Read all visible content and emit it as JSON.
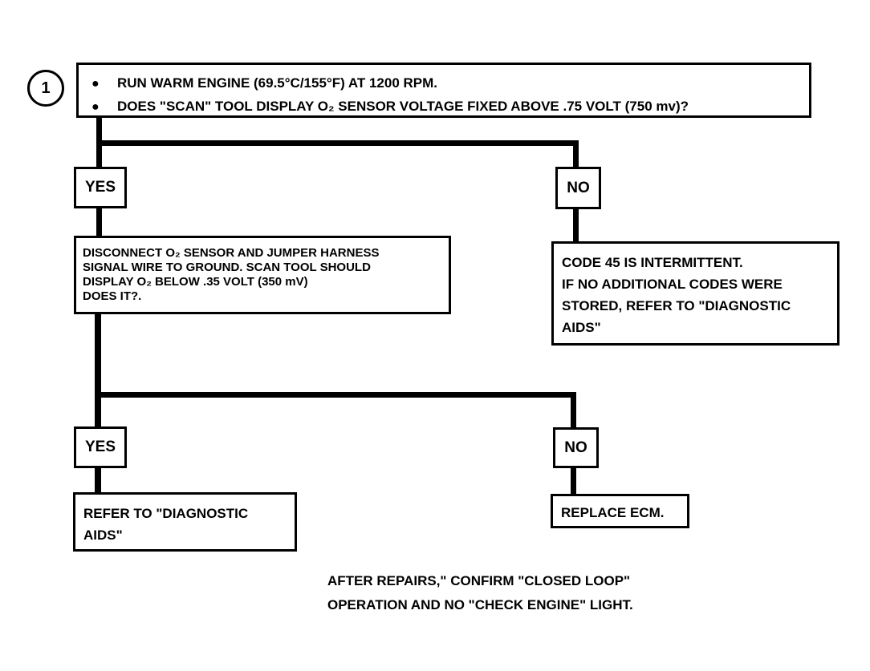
{
  "step": {
    "number": "1",
    "bullets": [
      "RUN WARM ENGINE (69.5°C/155°F) AT 1200 RPM.",
      "DOES \"SCAN\" TOOL DISPLAY O₂ SENSOR VOLTAGE FIXED ABOVE .75 VOLT (750 mv)?"
    ]
  },
  "branch1": {
    "yes_label": "YES",
    "no_label": "NO",
    "yes_text": [
      "DISCONNECT O₂ SENSOR AND JUMPER HARNESS",
      "SIGNAL WIRE TO GROUND. SCAN TOOL SHOULD",
      "DISPLAY O₂ BELOW .35 VOLT (350 mV)",
      "DOES IT?."
    ],
    "no_text": [
      "CODE 45 IS INTERMITTENT.",
      "IF NO ADDITIONAL CODES WERE",
      "STORED, REFER TO \"DIAGNOSTIC",
      "AIDS\""
    ]
  },
  "branch2": {
    "yes_label": "YES",
    "no_label": "NO",
    "yes_text": [
      "REFER TO \"DIAGNOSTIC",
      "AIDS\""
    ],
    "no_text": "REPLACE ECM."
  },
  "footer": [
    "AFTER REPAIRS,\" CONFIRM \"CLOSED LOOP\"",
    "OPERATION AND NO \"CHECK ENGINE\" LIGHT."
  ]
}
